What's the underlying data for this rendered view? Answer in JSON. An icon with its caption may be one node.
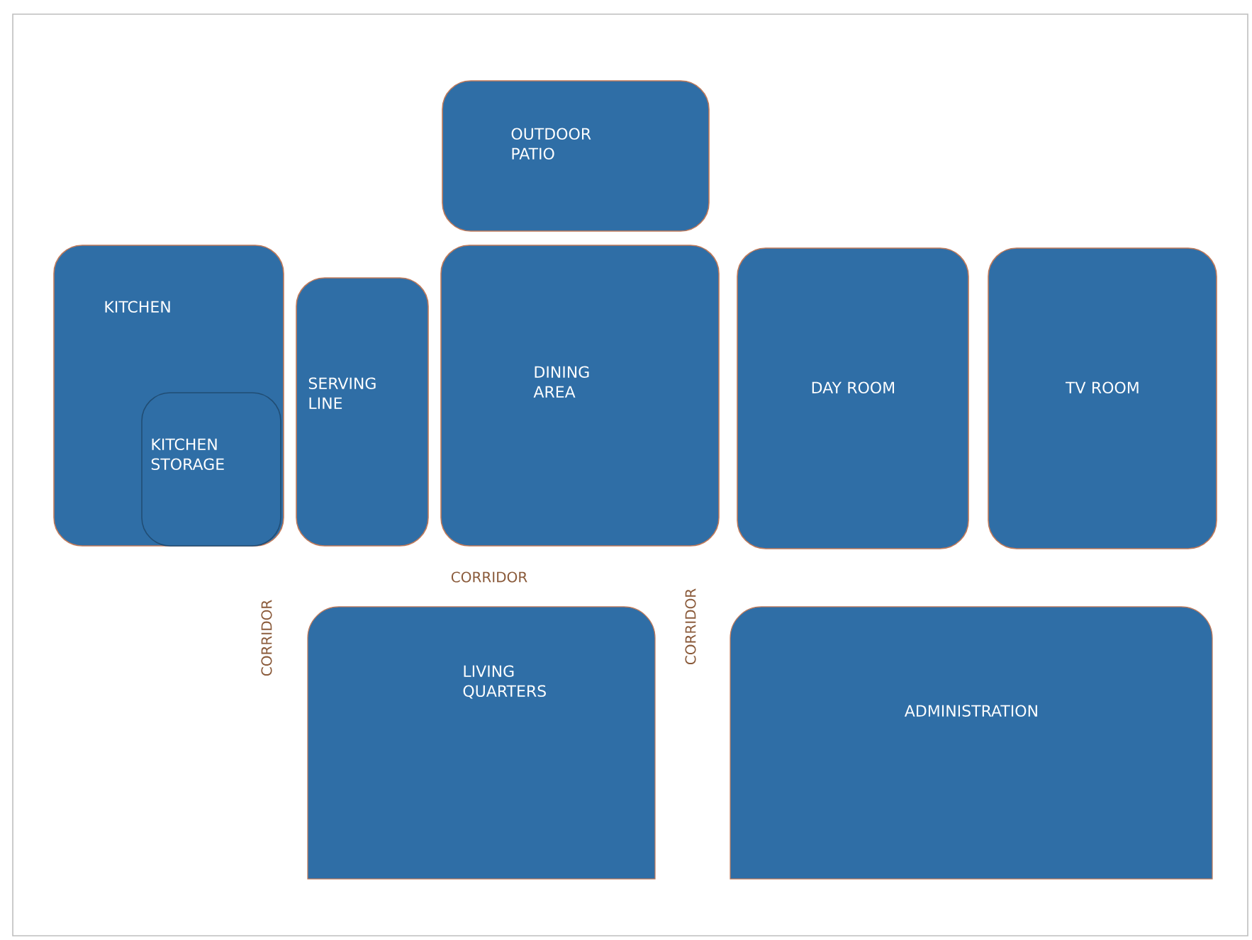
{
  "diagram": {
    "nodes": [
      {
        "text": [
          "OUTDOOR PATIO"
        ]
      },
      {
        "text": [
          "KITCHEN"
        ]
      },
      {
        "text": [
          "KITCHEN STORAGE"
        ],
        "in": 1
      },
      {
        "text": [
          "SERVING LINE"
        ]
      },
      {
        "text": [
          "DINING AREA"
        ]
      },
      {
        "text": [
          "DAY ROOM"
        ]
      },
      {
        "text": [
          "TV ROOM"
        ]
      },
      {
        "text": [
          "LIVING QUARTERS"
        ]
      },
      {
        "text": [
          "ADMINISTRATION"
        ]
      }
    ],
    "labels": [
      "CORRIDOR",
      "CORRIDOR",
      "CORRIDOR"
    ]
  }
}
